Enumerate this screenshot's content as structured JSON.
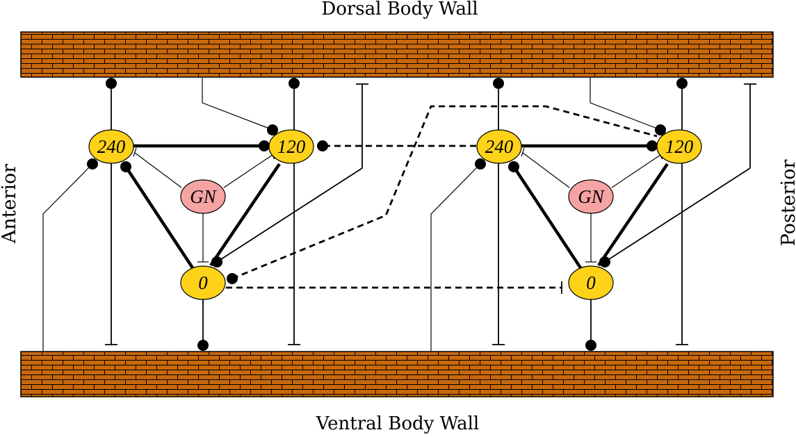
{
  "labels": {
    "dorsal": "Dorsal Body Wall",
    "ventral": "Ventral Body Wall",
    "anterior": "Anterior",
    "posterior": "Posterior"
  },
  "segments": [
    {
      "n240": "240",
      "n120": "120",
      "n0": "0",
      "gn": "GN"
    },
    {
      "n240": "240",
      "n120": "120",
      "n0": "0",
      "gn": "GN"
    }
  ],
  "colors": {
    "oscillator": "#ffd21a",
    "gn": "#f6a3a3",
    "brick": "#c8680c",
    "mortar": "#000000"
  }
}
